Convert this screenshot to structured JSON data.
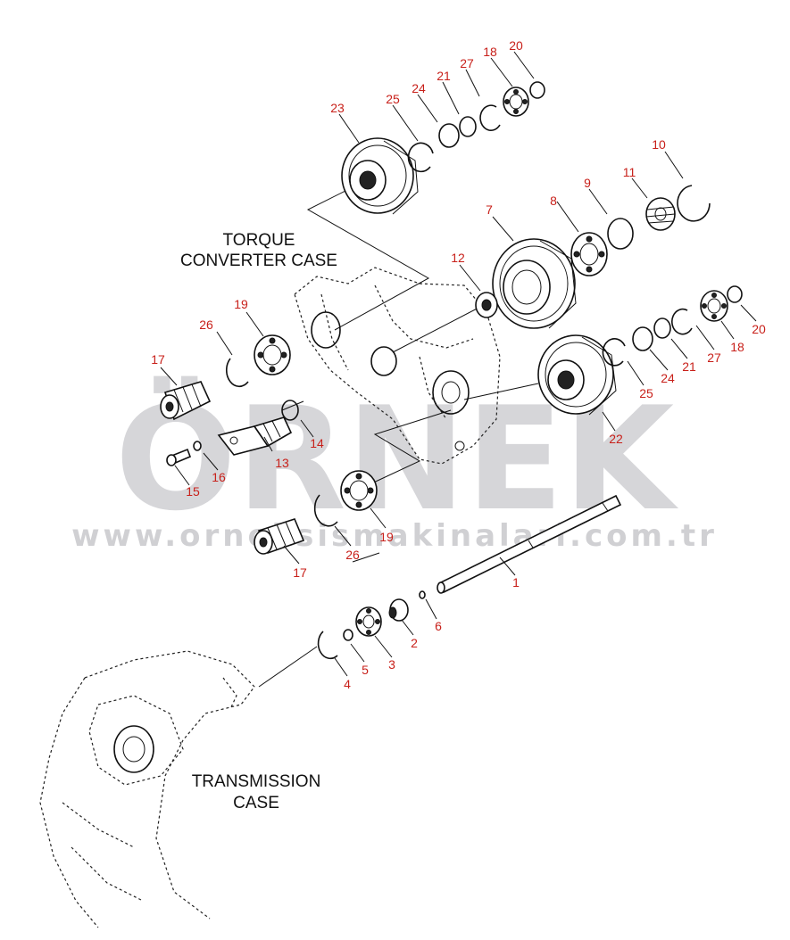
{
  "watermark": {
    "brand": "ÖRNEK",
    "url": "www.orneksismakinalari.com.tr",
    "accent_color": "#f2c200",
    "text_color": "#d6d6d9"
  },
  "labels": {
    "torque_case_line1": "TORQUE",
    "torque_case_line2": "CONVERTER CASE",
    "transmission_line1": "TRANSMISSION",
    "transmission_line2": "CASE"
  },
  "callouts": [
    {
      "id": "c20a",
      "text": "20"
    },
    {
      "id": "c18a",
      "text": "18"
    },
    {
      "id": "c27a",
      "text": "27"
    },
    {
      "id": "c21a",
      "text": "21"
    },
    {
      "id": "c24a",
      "text": "24"
    },
    {
      "id": "c25a",
      "text": "25"
    },
    {
      "id": "c23",
      "text": "23"
    },
    {
      "id": "c10",
      "text": "10"
    },
    {
      "id": "c11",
      "text": "11"
    },
    {
      "id": "c9",
      "text": "9"
    },
    {
      "id": "c8",
      "text": "8"
    },
    {
      "id": "c7",
      "text": "7"
    },
    {
      "id": "c12",
      "text": "12"
    },
    {
      "id": "c19a",
      "text": "19"
    },
    {
      "id": "c26a",
      "text": "26"
    },
    {
      "id": "c17a",
      "text": "17"
    },
    {
      "id": "c14",
      "text": "14"
    },
    {
      "id": "c13",
      "text": "13"
    },
    {
      "id": "c16",
      "text": "16"
    },
    {
      "id": "c15",
      "text": "15"
    },
    {
      "id": "c20b",
      "text": "20"
    },
    {
      "id": "c18b",
      "text": "18"
    },
    {
      "id": "c27b",
      "text": "27"
    },
    {
      "id": "c21b",
      "text": "21"
    },
    {
      "id": "c24b",
      "text": "24"
    },
    {
      "id": "c25b",
      "text": "25"
    },
    {
      "id": "c22",
      "text": "22"
    },
    {
      "id": "c19b",
      "text": "19"
    },
    {
      "id": "c26b",
      "text": "26"
    },
    {
      "id": "c17b",
      "text": "17"
    },
    {
      "id": "c1",
      "text": "1"
    },
    {
      "id": "c6",
      "text": "6"
    },
    {
      "id": "c2",
      "text": "2"
    },
    {
      "id": "c3",
      "text": "3"
    },
    {
      "id": "c5",
      "text": "5"
    },
    {
      "id": "c4",
      "text": "4"
    }
  ]
}
